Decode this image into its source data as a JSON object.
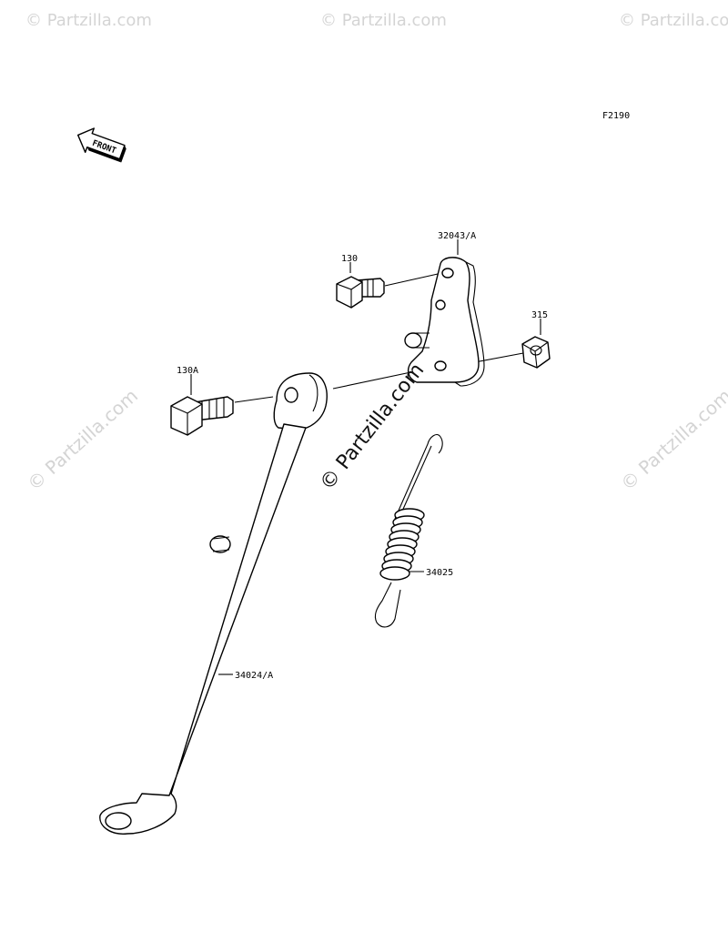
{
  "figure_code": "F2190",
  "front_label": "FRONT",
  "watermark_text": "© Partzilla.com",
  "colors": {
    "ink": "#000000",
    "watermark": "#d4d4d4",
    "background": "#ffffff"
  },
  "callouts": [
    {
      "id": "bracket",
      "text": "32043/A"
    },
    {
      "id": "bolt-upper",
      "text": "130"
    },
    {
      "id": "nut",
      "text": "315"
    },
    {
      "id": "bolt-lower",
      "text": "130A"
    },
    {
      "id": "spring",
      "text": "34025"
    },
    {
      "id": "side-stand",
      "text": "34024/A"
    }
  ]
}
